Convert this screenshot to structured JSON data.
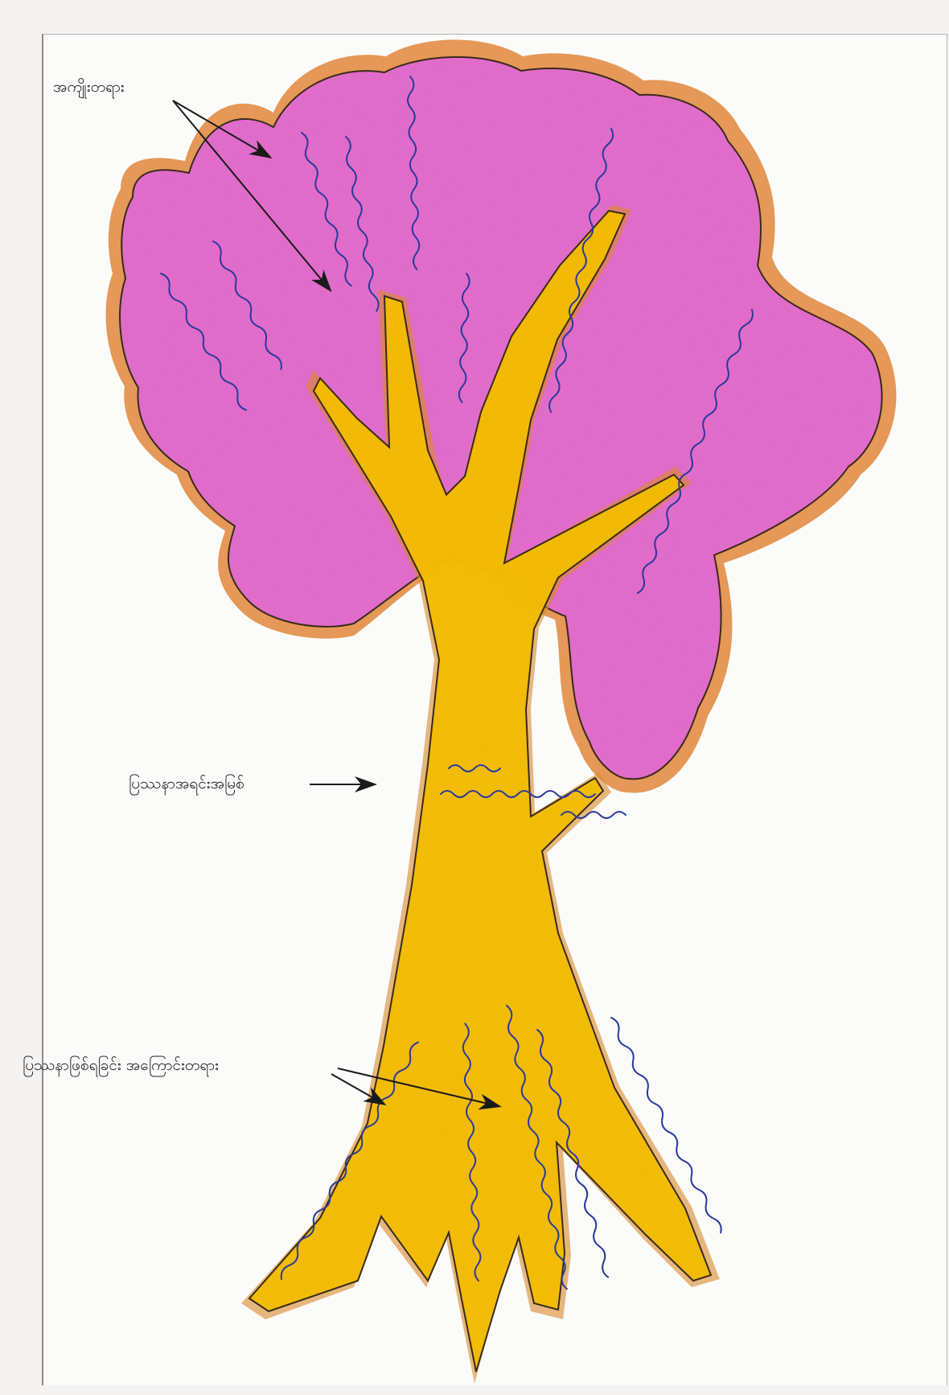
{
  "labels": {
    "fruits": "အကျိုးတရား",
    "core_problem": "ပြဿနာအရင်းအမြစ်",
    "root_causes": "ပြဿနာဖြစ်ရခြင်း အကြောင်းတရား"
  },
  "icons": {
    "arrow": "arrow-icon",
    "tree": "problem-tree-drawing"
  },
  "colors": {
    "canopy": "#df6fce",
    "canopy_outline": "#c0702c",
    "trunk": "#f1bc1e",
    "trunk_outline": "#c77a1e",
    "ink": "#2b3a9c",
    "label_text": "#222222"
  }
}
